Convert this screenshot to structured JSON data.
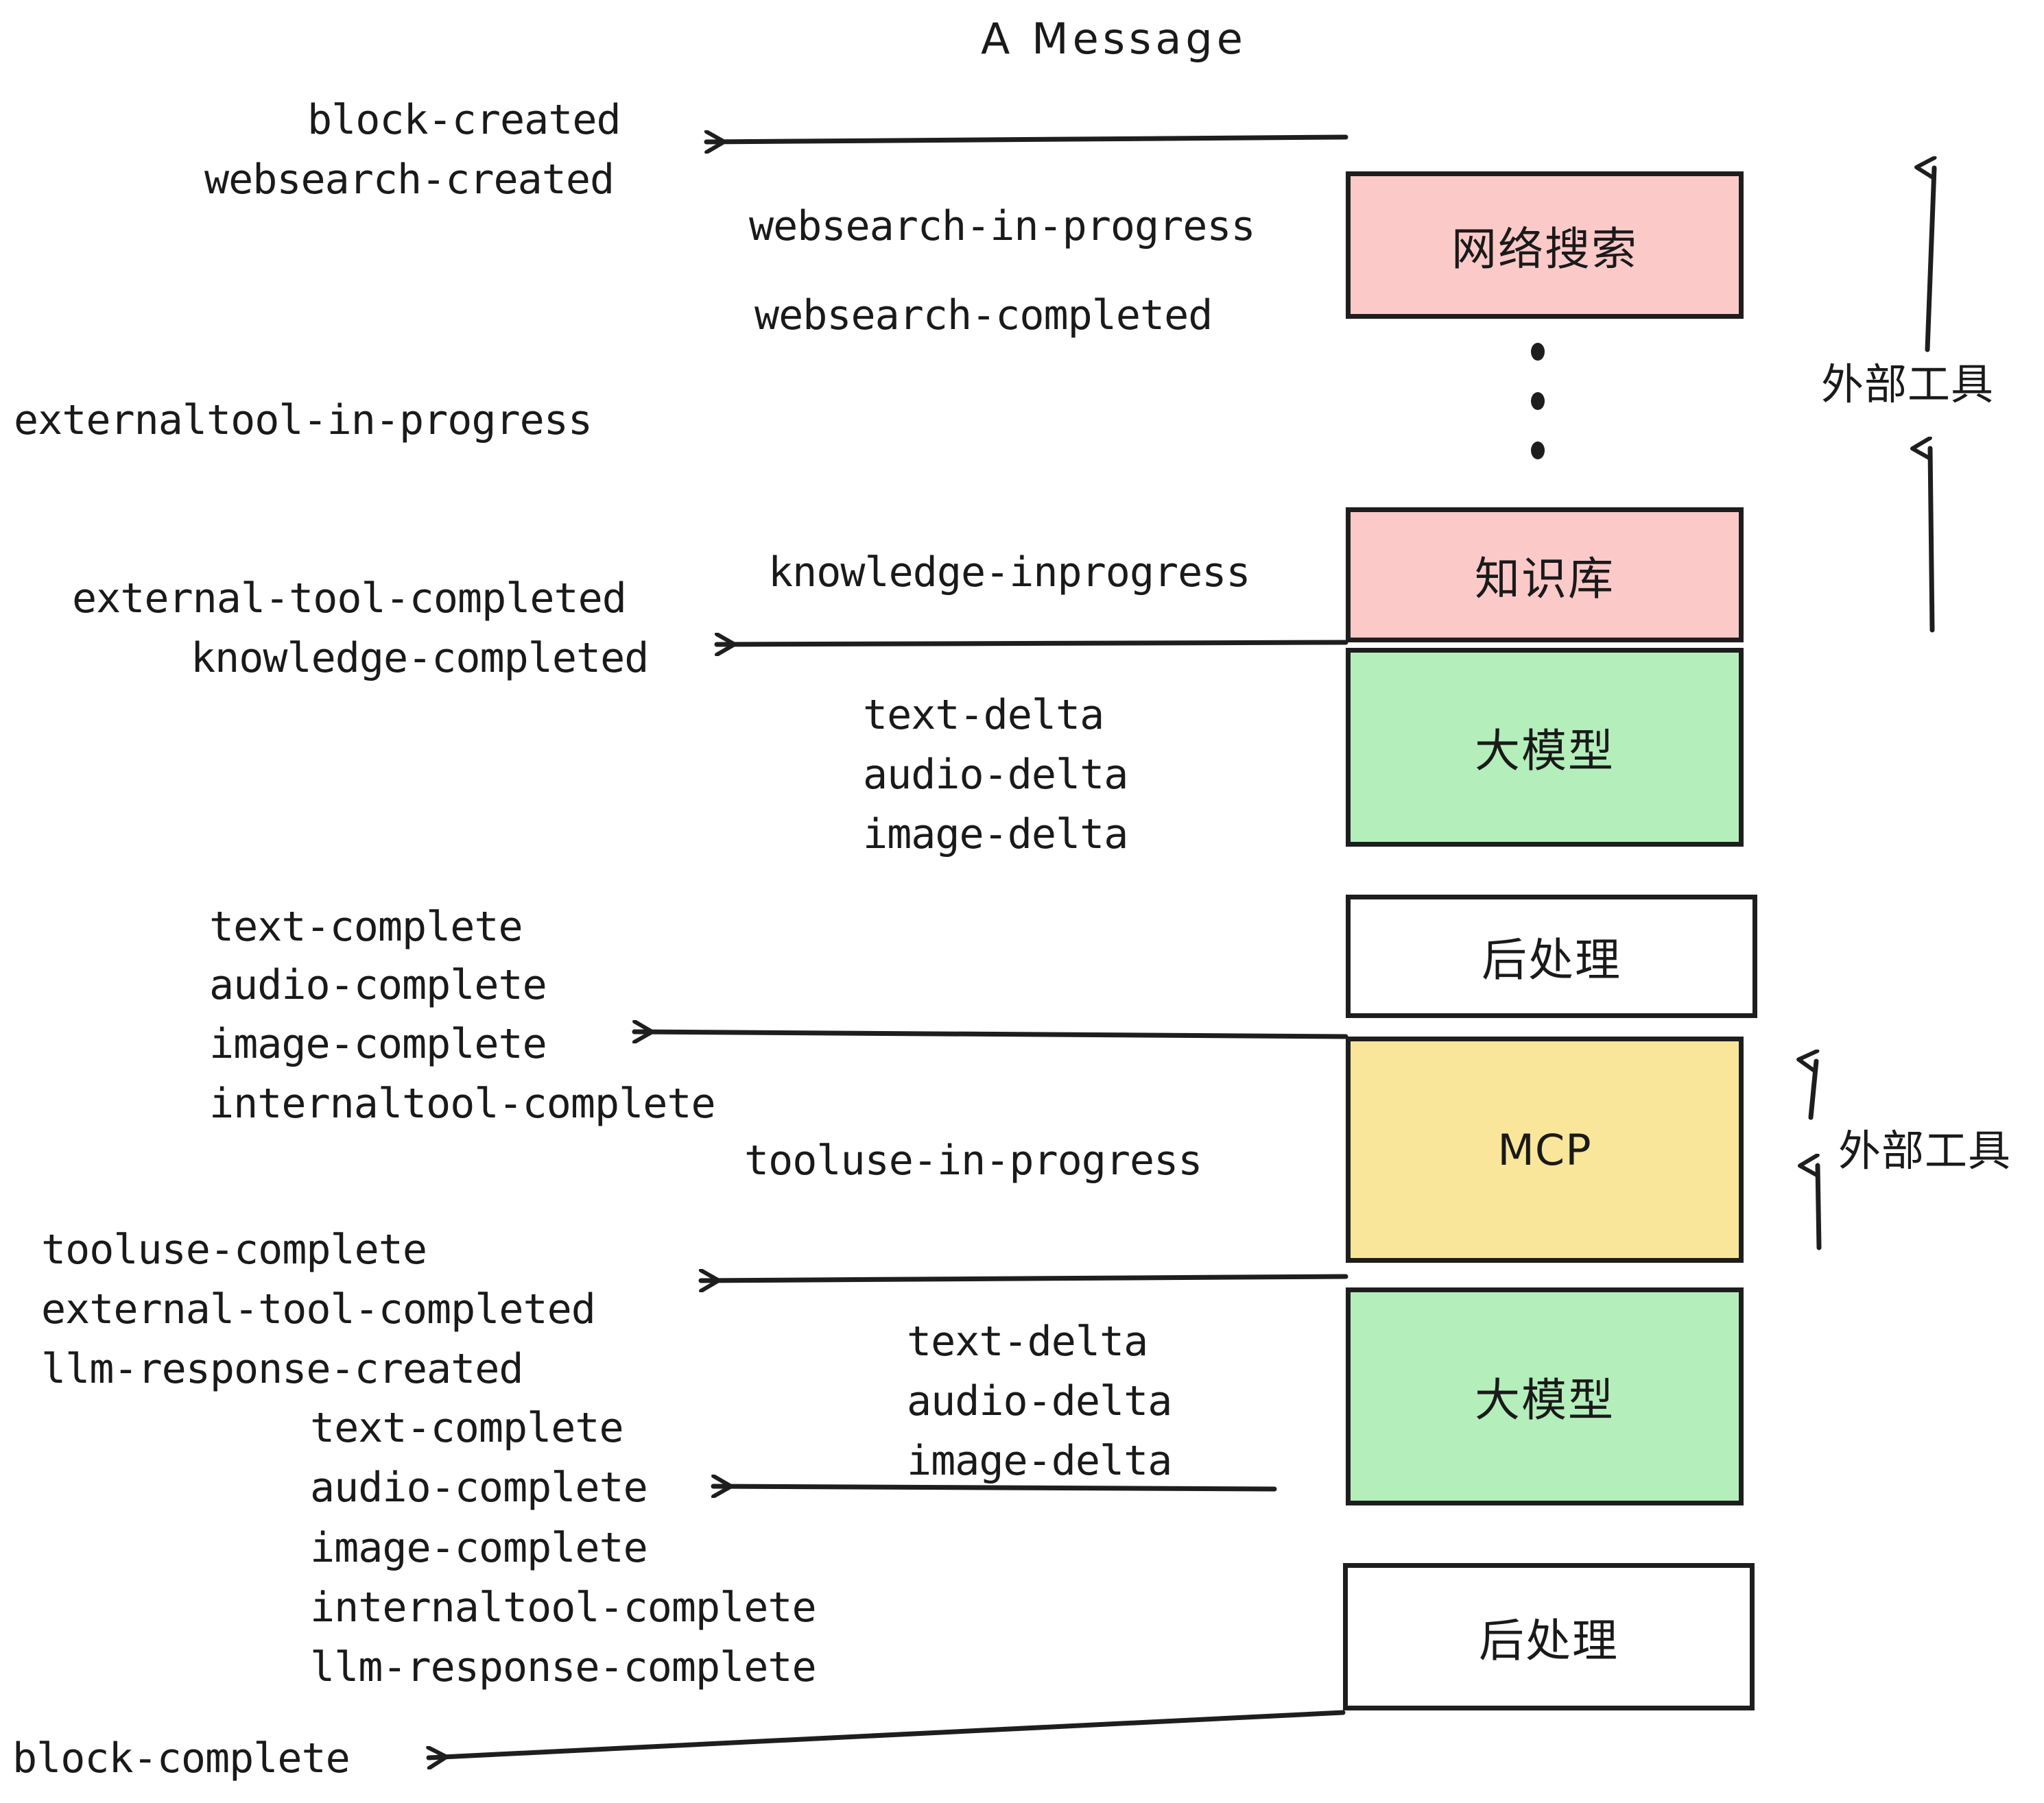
{
  "title": "A Message",
  "colors": {
    "pink": "#fcc9c9",
    "green": "#b4eebb",
    "yellow": "#fae69a",
    "white": "#ffffff",
    "stroke": "#1e1e1e",
    "text": "#1a1a1a"
  },
  "boxes": [
    {
      "key": "websearch",
      "label": "网络搜索",
      "fill": "#fcc9c9"
    },
    {
      "key": "knowledge",
      "label": "知识库",
      "fill": "#fcc9c9"
    },
    {
      "key": "llm_top",
      "label": "大模型",
      "fill": "#b4eebb"
    },
    {
      "key": "post_top",
      "label": "后处理",
      "fill": "#ffffff"
    },
    {
      "key": "mcp",
      "label": "MCP",
      "fill": "#fae69a"
    },
    {
      "key": "llm_bottom",
      "label": "大模型",
      "fill": "#b4eebb"
    },
    {
      "key": "post_bottom",
      "label": "后处理",
      "fill": "#ffffff"
    }
  ],
  "side_labels": [
    {
      "key": "external_tools_top",
      "text": "外部工具"
    },
    {
      "key": "external_tools_bottom",
      "text": "外部工具"
    }
  ],
  "events": {
    "block_created": "block-created",
    "websearch_created": "websearch-created",
    "websearch_in_progress": "websearch-in-progress",
    "websearch_completed": "websearch-completed",
    "externaltool_in_progress": "externaltool-in-progress",
    "knowledge_inprogress": "knowledge-inprogress",
    "external_tool_completed_1": "external-tool-completed",
    "knowledge_completed": "knowledge-completed",
    "text_delta_1": "text-delta",
    "audio_delta_1": "audio-delta",
    "image_delta_1": "image-delta",
    "text_complete_1": "text-complete",
    "audio_complete_1": "audio-complete",
    "image_complete_1": "image-complete",
    "internaltool_complete_1": "internaltool-complete",
    "tooluse_in_progress": "tooluse-in-progress",
    "tooluse_complete": "tooluse-complete",
    "external_tool_completed_2": "external-tool-completed",
    "llm_response_created": "llm-response-created",
    "text_delta_2": "text-delta",
    "audio_delta_2": "audio-delta",
    "image_delta_2": "image-delta",
    "text_complete_2": "text-complete",
    "audio_complete_2": "audio-complete",
    "image_complete_2": "image-complete",
    "internaltool_complete_2": "internaltool-complete",
    "llm_response_complete": "llm-response-complete",
    "block_complete": "block-complete"
  }
}
